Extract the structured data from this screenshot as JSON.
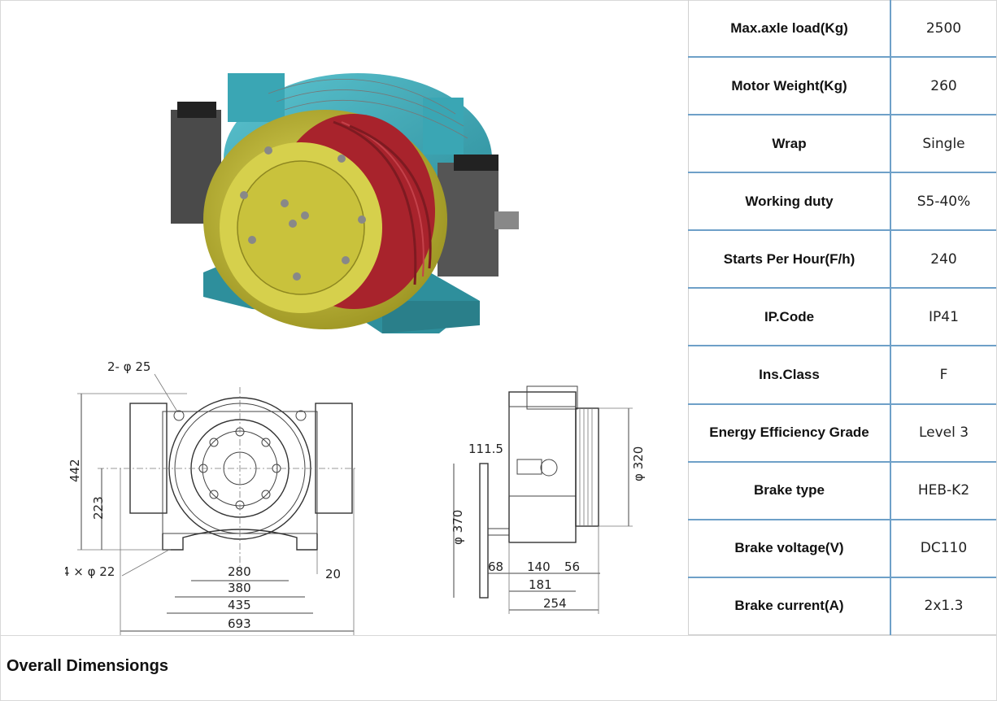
{
  "specs": [
    {
      "label": "Max.axle load(Kg)",
      "value": "2500"
    },
    {
      "label": "Motor Weight(Kg)",
      "value": "260"
    },
    {
      "label": "Wrap",
      "value": "Single"
    },
    {
      "label": "Working duty",
      "value": "S5-40%"
    },
    {
      "label": "Starts Per Hour(F/h)",
      "value": "240"
    },
    {
      "label": "IP.Code",
      "value": "IP41"
    },
    {
      "label": "Ins.Class",
      "value": "F"
    },
    {
      "label": "Energy Efficiency Grade",
      "value": "Level 3"
    },
    {
      "label": "Brake type",
      "value": "HEB-K2"
    },
    {
      "label": "Brake voltage(V)",
      "value": "DC110"
    },
    {
      "label": "Brake current(A)",
      "value": "2x1.3"
    }
  ],
  "front_view": {
    "holes_top": "2- φ 25",
    "holes_base": "4 × φ 22",
    "height": "442",
    "shaft_height": "223",
    "w280": "280",
    "w380": "380",
    "w435": "435",
    "w693": "693",
    "edge": "20"
  },
  "side_view": {
    "offset": "111.5",
    "d370": "φ 370",
    "d320": "φ 320",
    "w68": "68",
    "w140": "140",
    "w56": "56",
    "w181": "181",
    "w254": "254"
  },
  "footer": {
    "title": "Overall Dimensiongs"
  },
  "colors": {
    "housing": "#3aa6b4",
    "sheave": "#c8c23a",
    "grooves": "#a8232c",
    "table_border": "#6ea0c8"
  }
}
